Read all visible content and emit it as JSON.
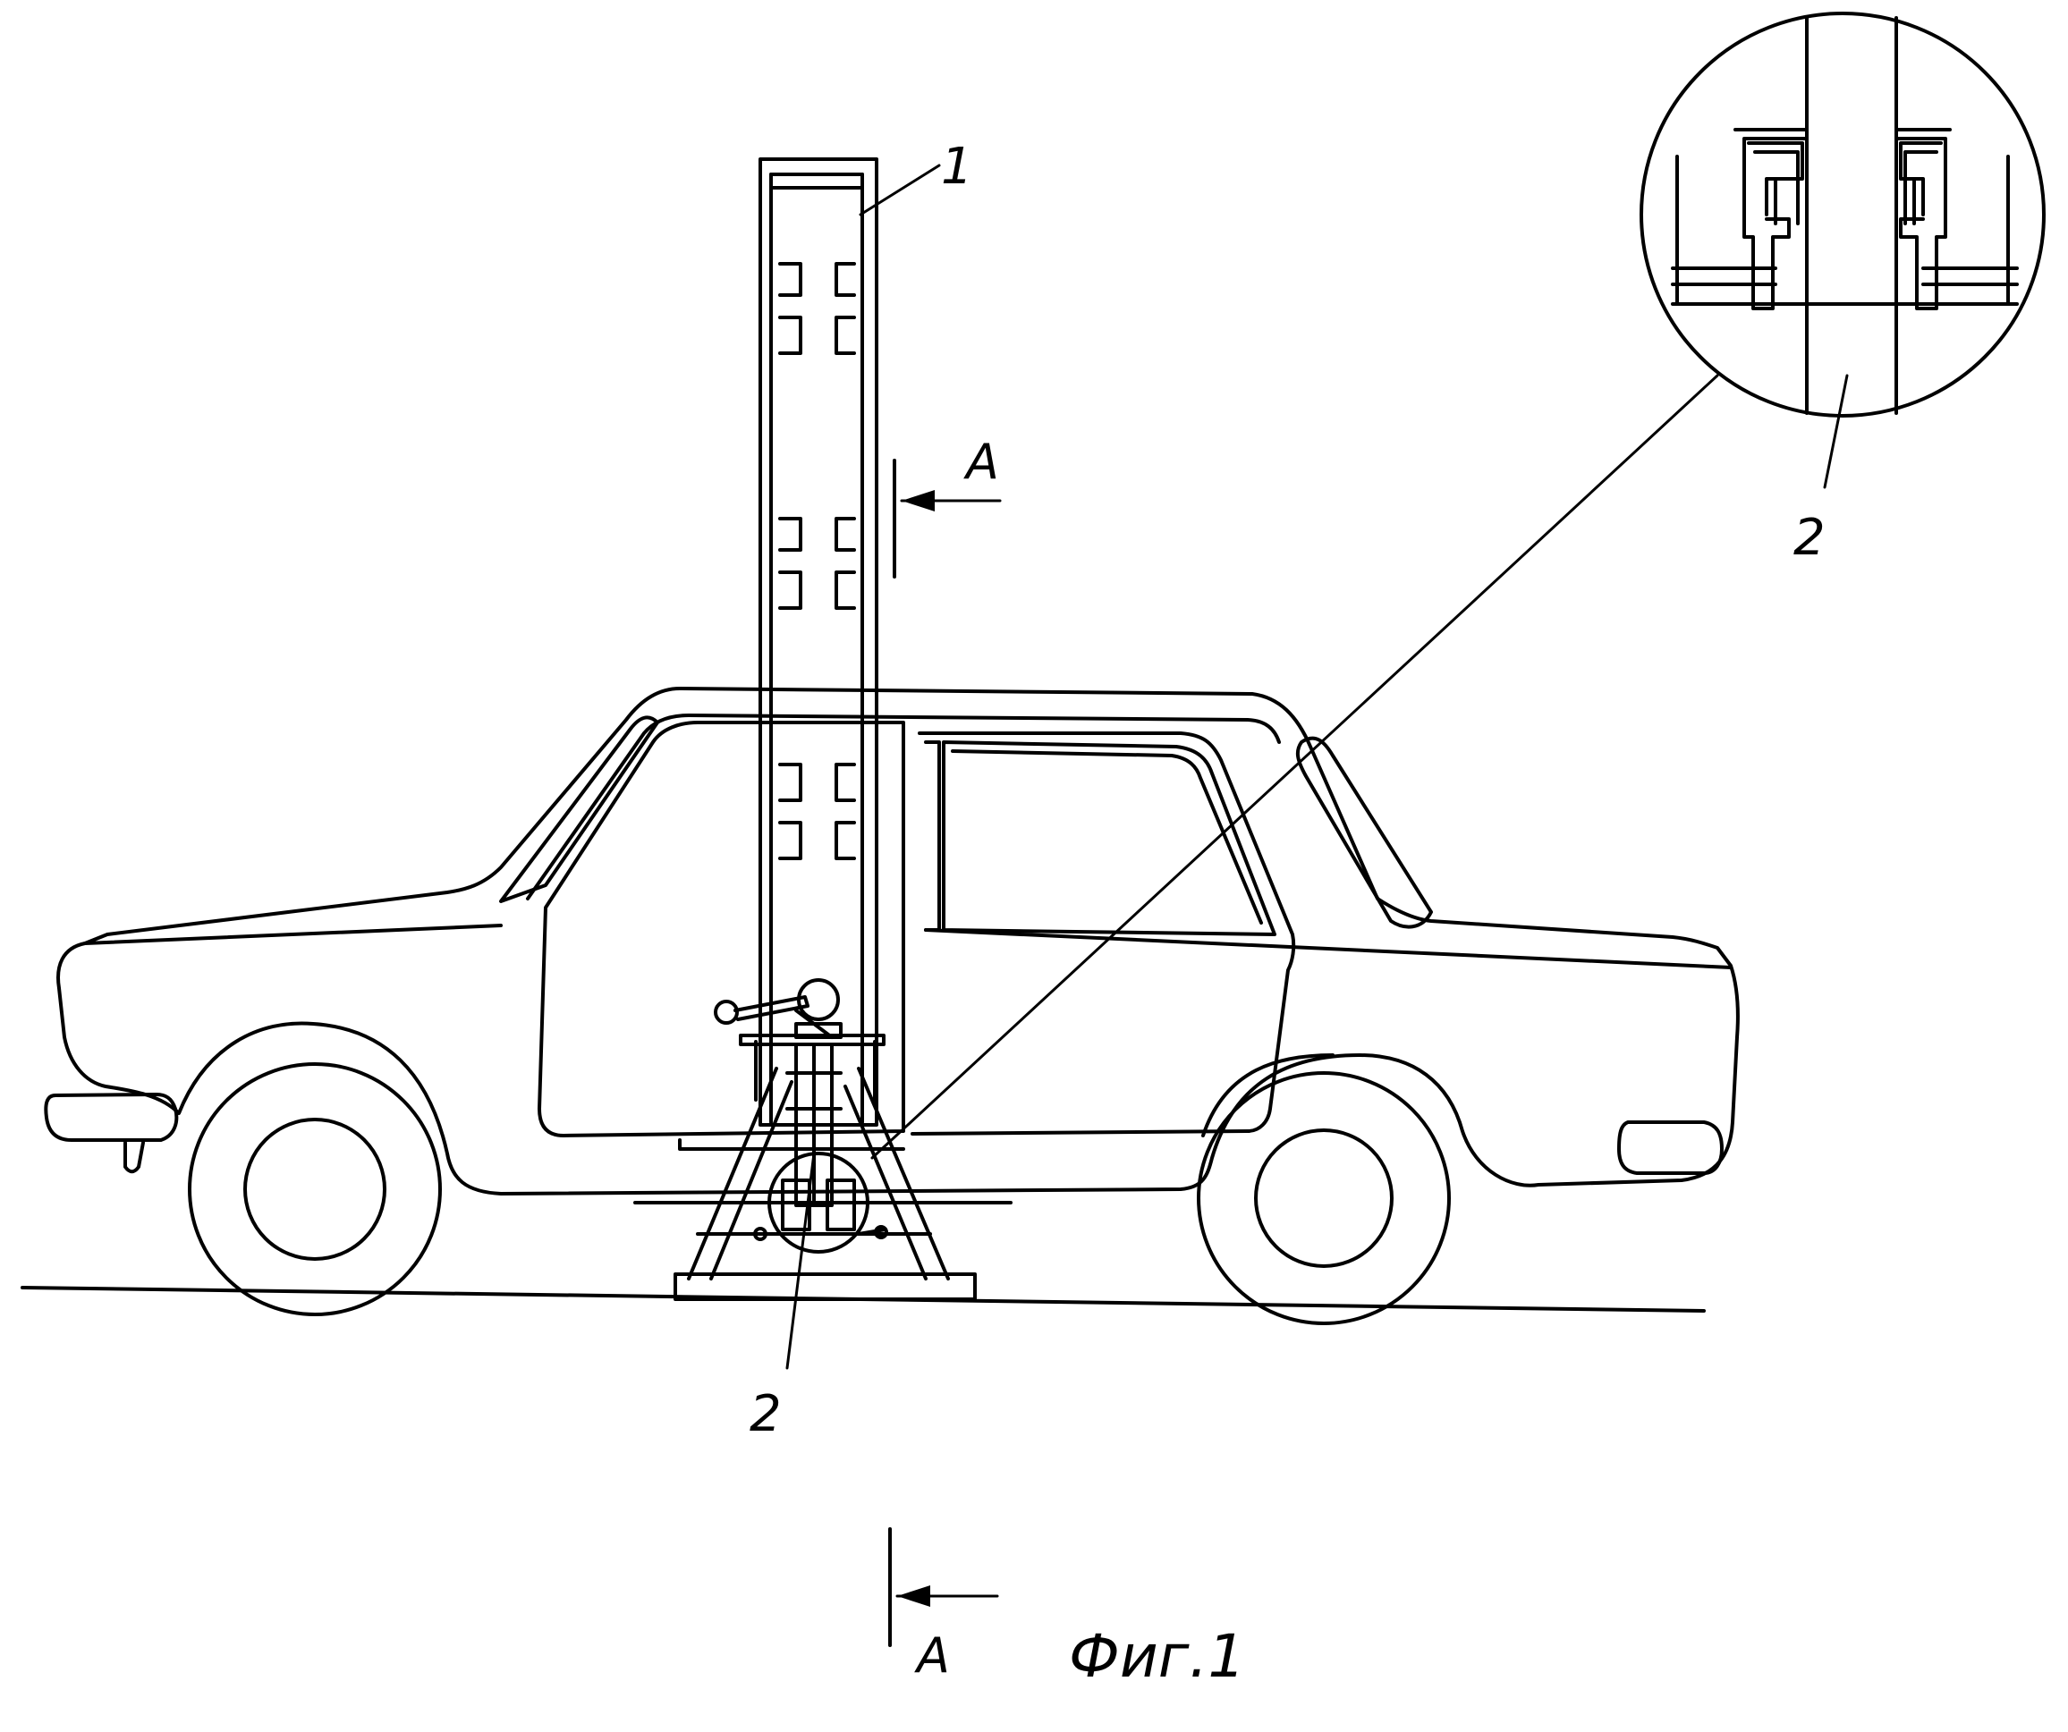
{
  "figure": {
    "caption": "Фиг.1",
    "labels": {
      "part_1": "1",
      "part_2": "2",
      "part_2_detail": "2",
      "section_top": "A",
      "section_bottom": "A"
    }
  }
}
